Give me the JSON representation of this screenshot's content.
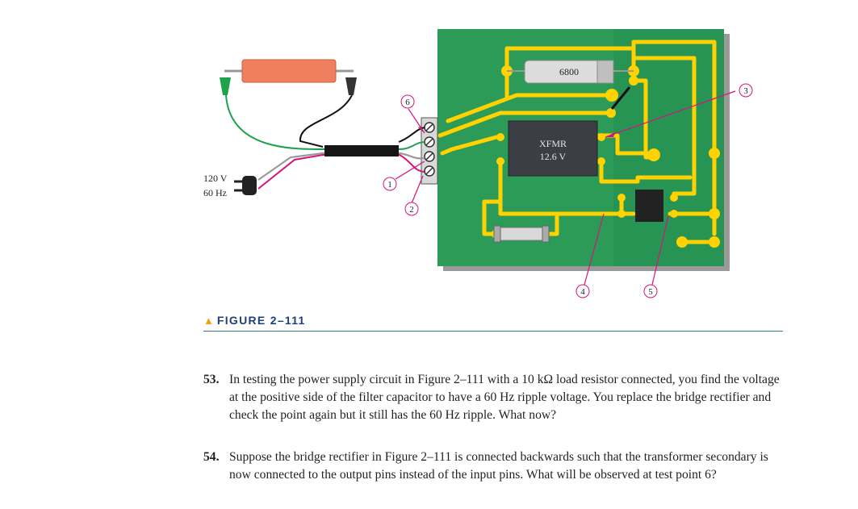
{
  "figure": {
    "caption_prefix": "▲",
    "caption": "FIGURE 2–111",
    "capacitor_label": "6800",
    "transformer_label_1": "XFMR",
    "transformer_label_2": "12.6 V",
    "plug_label_1": "120 V",
    "plug_label_2": "60 Hz",
    "callouts": [
      "1",
      "2",
      "3",
      "4",
      "5",
      "6"
    ],
    "colors": {
      "board": "#2c9b57",
      "trace": "#ffd200",
      "callout_line": "#d4147a",
      "resistor": "#ef7f5e"
    }
  },
  "questions": [
    {
      "number": "53.",
      "text": "In testing the power supply circuit in Figure 2–111 with a 10 kΩ load resistor connected, you find the voltage at the positive side of the filter capacitor to have a 60 Hz ripple voltage. You replace the bridge rectifier and check the point again but it still has the 60 Hz ripple. What now?"
    },
    {
      "number": "54.",
      "text": "Suppose the bridge rectifier in Figure 2–111 is connected backwards such that the transformer secondary is now connected to the output pins instead of the input pins. What will be observed at test point 6?"
    }
  ]
}
